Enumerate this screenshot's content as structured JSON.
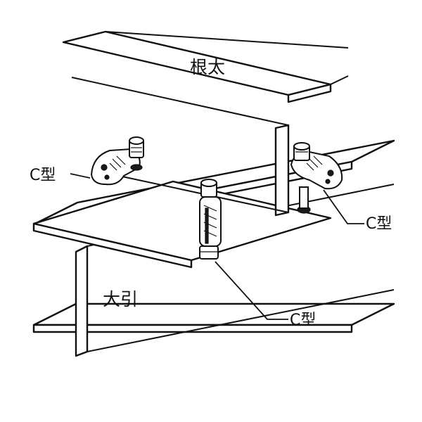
{
  "labels": {
    "joist": "根太",
    "girder": "大引",
    "clamp_left": "C型",
    "clamp_right": "C型",
    "clamp_center": "C型"
  }
}
